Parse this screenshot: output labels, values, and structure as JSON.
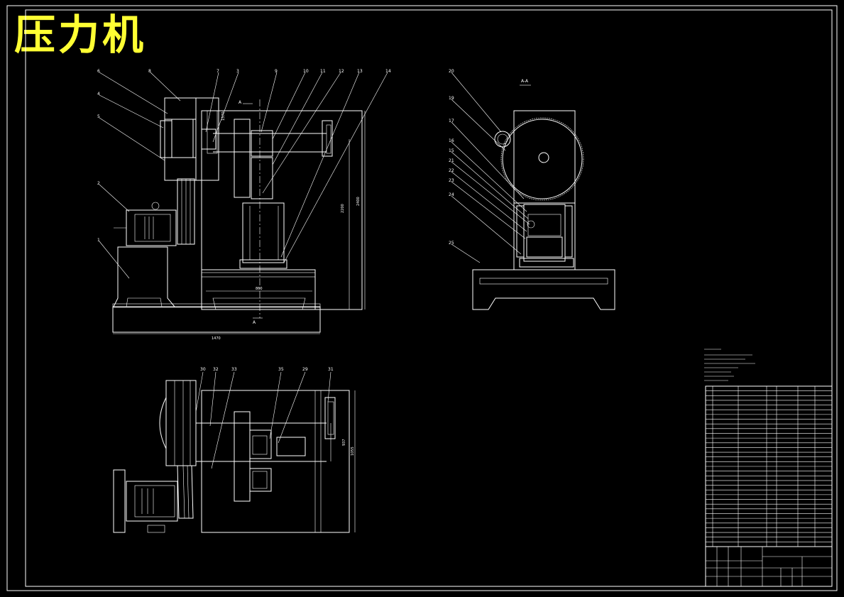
{
  "title": "压力机",
  "front_view": {
    "balloons": [
      "6",
      "8",
      "7",
      "3",
      "9",
      "10",
      "11",
      "12",
      "13",
      "14",
      "4",
      "5",
      "2",
      "1"
    ],
    "dimensions": [
      "1470",
      "860",
      "2200",
      "2400",
      "1570"
    ]
  },
  "side_view": {
    "section_label": "A-A",
    "balloons": [
      "20",
      "19",
      "17",
      "16",
      "15",
      "21",
      "22",
      "23",
      "24",
      "25"
    ]
  },
  "top_view": {
    "balloons": [
      "30",
      "32",
      "33",
      "35",
      "29",
      "31"
    ],
    "dimensions": [
      "937",
      "1055"
    ]
  },
  "section_markers": [
    "A",
    "A"
  ]
}
